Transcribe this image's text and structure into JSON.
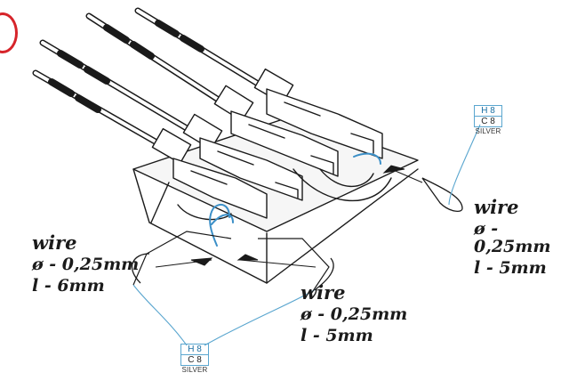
{
  "callouts": {
    "right": {
      "word": "wire",
      "diameter": "ø - 0,25mm",
      "length": "l - 5mm"
    },
    "left": {
      "word": "wire",
      "diameter": "ø - 0,25mm",
      "length": "l - 6mm"
    },
    "bottom": {
      "word": "wire",
      "diameter": "ø - 0,25mm",
      "length": "l - 5mm"
    }
  },
  "paint_badges": {
    "top": {
      "top": "H 8",
      "mid": "C 8",
      "bottom": "SILVER"
    },
    "bottom": {
      "top": "H 8",
      "mid": "C 8",
      "bottom": "SILVER"
    }
  },
  "colors": {
    "lines": "#1a1a1a",
    "wire": "#3b8fc7",
    "leader": "#5aa6cf",
    "marker": "#d6242a"
  }
}
